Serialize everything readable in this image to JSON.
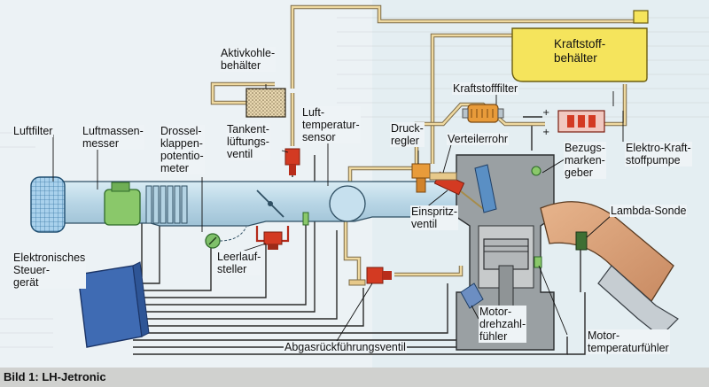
{
  "caption": "Bild 1: LH-Jetronic",
  "labels": {
    "luftfilter": "Luftfilter",
    "luftmassenmesser": "Luftmassen-\nmesser",
    "drosselklappenpotentiometer": "Drossel-\nklappen-\npotentio-\nmeter",
    "aktivkohlebehaelter": "Aktivkohle-\nbehälter",
    "tankentlueftungsventil": "Tankent-\nlüftungs-\nventil",
    "lufttemperatursensor": "Luft-\ntemperatur-\nsensor",
    "druckregler": "Druck-\nregler",
    "verteilerrohr": "Verteilerrohr",
    "kraftstofffilter": "Kraftstofffilter",
    "kraftstoffbehaelter": "Kraftstoff-\nbehälter",
    "bezugsmarkengeber": "Bezugs-\nmarken-\ngeber",
    "elektrokraftstoffpumpe": "Elektro-Kraft-\nstoffpumpe",
    "lambdasonde": "Lambda-Sonde",
    "einspritzventil": "Einspritz-\nventil",
    "leerlaufsteller": "Leerlauf-\nsteller",
    "steuergeraet": "Elektronisches\nSteuer-\ngerät",
    "motordrehzahlfuehler": "Motor-\ndrehzahl-\nfühler",
    "motortemperaturfuehler": "Motor-\ntemperaturfühler",
    "abgasrueckfuehrungsventil": "Abgasrückführungsventil"
  },
  "colors": {
    "fuel_line": "#e7c98a",
    "wire": "#2a2a2a",
    "air_duct": "#bcd8e6",
    "tank": "#f5e45c",
    "filter": "#9ec9e5",
    "engine": "#9aa0a3",
    "lambda": "#3f6f33",
    "exhaust": "#e9b48a"
  },
  "icons": [
    "air-filter-icon",
    "mass-airflow-sensor-icon",
    "throttle-valve-icon",
    "carbon-canister-icon",
    "purge-valve-icon",
    "fuel-tank-icon",
    "fuel-filter-icon",
    "fuel-pump-icon",
    "fuel-rail-icon",
    "pressure-regulator-icon",
    "injector-icon",
    "ecu-icon",
    "idle-actuator-icon",
    "egr-valve-icon",
    "engine-block-icon",
    "piston-icon",
    "exhaust-manifold-icon",
    "lambda-sensor-icon"
  ]
}
